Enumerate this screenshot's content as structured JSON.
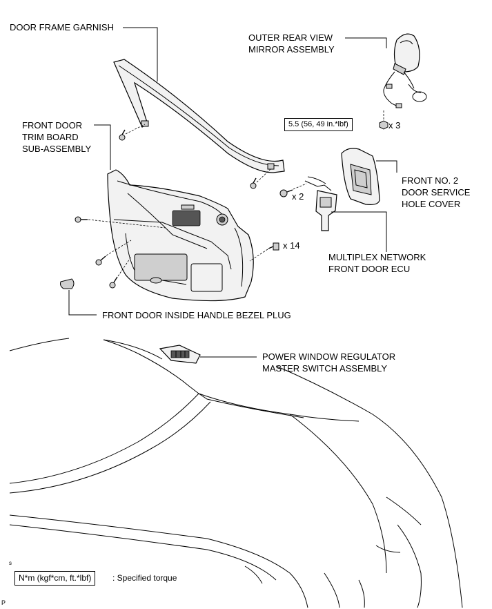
{
  "labels": {
    "door_frame_garnish": "DOOR FRAME GARNISH",
    "outer_mirror_1": "OUTER REAR VIEW",
    "outer_mirror_2": "MIRROR ASSEMBLY",
    "trim_board_1": "FRONT DOOR",
    "trim_board_2": "TRIM BOARD",
    "trim_board_3": "SUB-ASSEMBLY",
    "hole_cover_1": "FRONT NO. 2",
    "hole_cover_2": "DOOR SERVICE",
    "hole_cover_3": "HOLE COVER",
    "ecu_1": "MULTIPLEX NETWORK",
    "ecu_2": "FRONT DOOR ECU",
    "bezel_plug": "FRONT DOOR INSIDE HANDLE BEZEL PLUG",
    "master_switch_1": "POWER WINDOW REGULATOR",
    "master_switch_2": "MASTER SWITCH ASSEMBLY"
  },
  "quantities": {
    "mirror_nuts": "x 3",
    "ecu_screws": "x 2",
    "trim_clips": "x 14"
  },
  "torque": {
    "mirror": "5.5 (56, 49 in.*lbf)"
  },
  "legend": {
    "unit_box": "N*m (kgf*cm, ft.*lbf)",
    "description": ": Specified torque"
  },
  "corner_marks": {
    "small_mark": "s",
    "page_mark": "P"
  }
}
